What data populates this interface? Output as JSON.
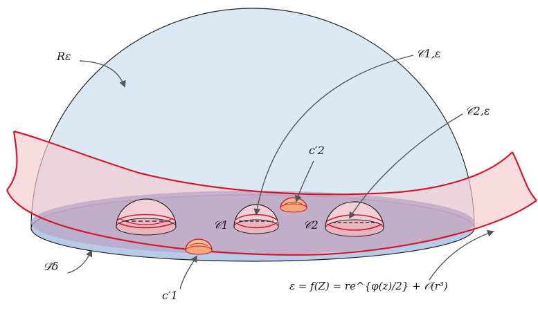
{
  "labels": {
    "R_eps": "Rε",
    "C1_eps": "𝒞1,ε",
    "C2_eps": "𝒞2,ε",
    "c2_prime": "c′2",
    "c1_prime": "c′1",
    "C1": "𝒞1",
    "C2": "𝒞2",
    "D_delta": "𝒟̂δ",
    "formula": "ε = f(Z)  =  re^{φ(z)/2}  +  𝒪(r³)"
  },
  "colors": {
    "dome_fill": "#dbe9f5",
    "disk_fill": "#b7cbe8",
    "band_fill": "#f6c9cf",
    "band_stroke": "#d4182c",
    "inner_disk": "#b9a4c4",
    "arrow": "#555555",
    "outline": "#222222"
  }
}
